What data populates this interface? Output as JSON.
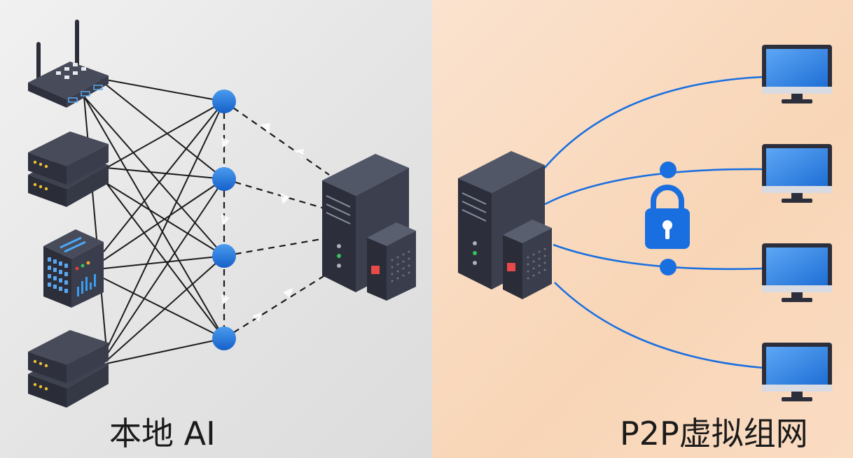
{
  "left_panel": {
    "caption": "本地 AI",
    "background": "#e6e6e6",
    "devices": [
      "router-icon",
      "server-unit-icon",
      "data-appliance-icon",
      "server-unit-icon"
    ],
    "hub_nodes": 4,
    "target": "server-tower-icon"
  },
  "right_panel": {
    "caption": "P2P虚拟组网",
    "background": "#f9d9bd",
    "source": "server-tower-icon",
    "center_icon": "padlock-icon",
    "clients": [
      "monitor-icon",
      "monitor-icon",
      "monitor-icon",
      "monitor-icon"
    ]
  },
  "colors": {
    "node_blue": "#1f78e0",
    "link_blue": "#1a6fe0",
    "dark_device": "#3a3e4c",
    "line_dark": "#1c1c1c"
  }
}
